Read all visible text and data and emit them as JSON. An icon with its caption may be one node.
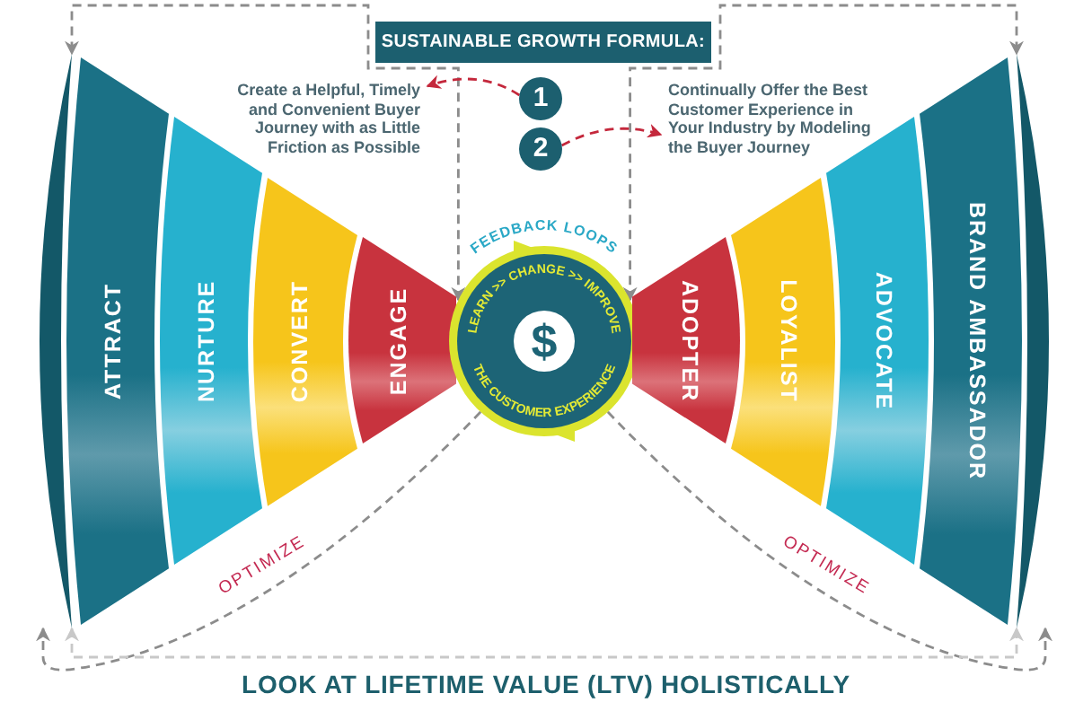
{
  "diagram": {
    "caption": "LOOK AT LIFETIME VALUE (LTV) HOLISTICALLY",
    "nodes": [
      {
        "text": [
          "SUSTAINABLE GROWTH FORMULA:"
        ]
      },
      {
        "text": [
          "1"
        ]
      },
      {
        "text": [
          "2"
        ]
      },
      {
        "text": [
          "Create a Helpful, Timely and Convenient Buyer Journey with as Little Friction as Possible"
        ]
      },
      {
        "text": [
          "Continually Offer the Best Customer Experience in Your Industry by Modeling the Buyer Journey"
        ]
      },
      {
        "text": [
          "ATTRACT"
        ]
      },
      {
        "text": [
          "NURTURE"
        ]
      },
      {
        "text": [
          "CONVERT"
        ]
      },
      {
        "text": [
          "ENGAGE"
        ]
      },
      {
        "text": [
          "LEARN >> CHANGE >> IMPROVE",
          "$",
          "THE CUSTOMER EXPERIENCE"
        ],
        "beside": [
          "FEEDBACK LOOPS"
        ]
      },
      {
        "text": [
          "ADOPTER"
        ]
      },
      {
        "text": [
          "LOYALIST"
        ]
      },
      {
        "text": [
          "ADVOCATE"
        ]
      },
      {
        "text": [
          "BRAND AMBASSADOR"
        ]
      }
    ],
    "edges": [
      {
        "from": 9,
        "to": 5,
        "arrow": "both",
        "style": "dashed"
      },
      {
        "from": 9,
        "to": 13,
        "arrow": "both",
        "style": "dashed"
      },
      {
        "from": 1,
        "to": 3,
        "arrow": "to",
        "style": "dashed",
        "color": "#c4283c"
      },
      {
        "from": 2,
        "to": 4,
        "arrow": "to",
        "style": "dashed",
        "color": "#c4283c"
      },
      {
        "from": 9,
        "to": 5,
        "arrow": "to",
        "style": "dashed",
        "label": "OPTIMIZE"
      },
      {
        "from": 9,
        "to": 13,
        "arrow": "to",
        "style": "dashed",
        "label": "OPTIMIZE"
      },
      {
        "from": 5,
        "to": 13,
        "arrow": "both",
        "style": "dashed",
        "color": "#c8c8c8"
      }
    ]
  }
}
